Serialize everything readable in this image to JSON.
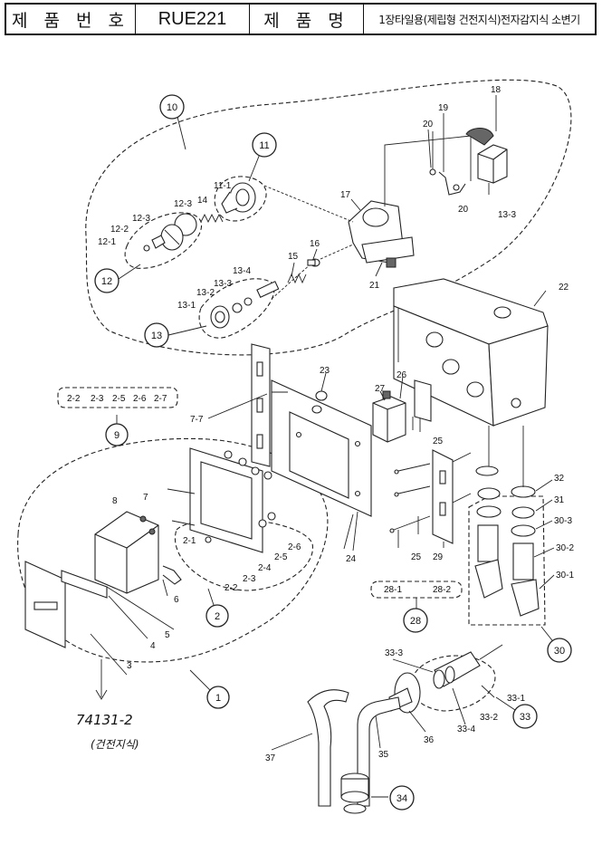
{
  "header": {
    "label_product_no": "제 품 번 호",
    "product_no": "RUE221",
    "label_product_name": "제 품 명",
    "product_name": "1장타일용(제립형 건전지식)전자감지식 소변기"
  },
  "callouts": [
    "10",
    "11",
    "12",
    "13",
    "9",
    "1",
    "2",
    "28",
    "30",
    "33",
    "34"
  ],
  "labels": [
    "20",
    "19",
    "18",
    "20",
    "13-3",
    "17",
    "16",
    "15",
    "13-4",
    "13-3",
    "13-2",
    "13-1",
    "21",
    "22",
    "11-1",
    "14",
    "12-3",
    "12-3",
    "12-2",
    "12-1",
    "23",
    "26",
    "27",
    "25",
    "7-7",
    "8",
    "7",
    "6",
    "5",
    "4",
    "3",
    "2-1",
    "2-2",
    "2-3",
    "2-4",
    "2-5",
    "2-6",
    "24",
    "25",
    "29",
    "28-1",
    "28-2",
    "32",
    "31",
    "30-3",
    "30-2",
    "30-1",
    "33-3",
    "33-1",
    "33-2",
    "33-4",
    "36",
    "35",
    "37"
  ],
  "group9_labels": [
    "2-2",
    "2-3",
    "2-5",
    "2-6",
    "2-7"
  ],
  "handwritten": {
    "code": "74131-2",
    "note": "(건전지식)"
  }
}
